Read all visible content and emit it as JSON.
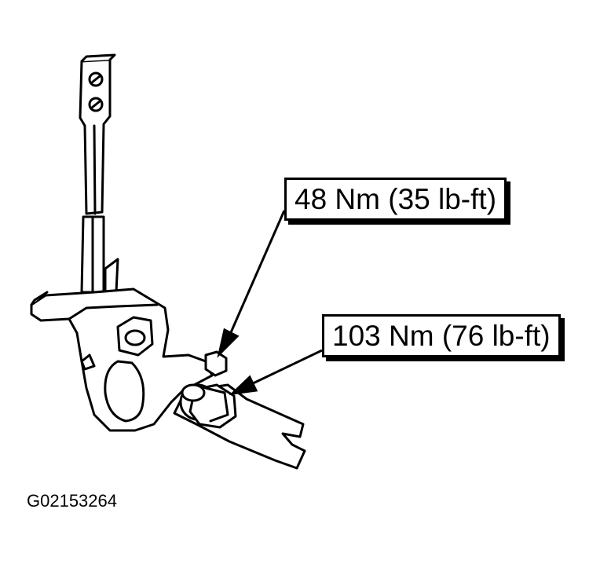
{
  "callouts": [
    {
      "text": "48 Nm (35 lb-ft)"
    },
    {
      "text": "103 Nm (76 lb-ft)"
    }
  ],
  "figure_id": "G02153264"
}
